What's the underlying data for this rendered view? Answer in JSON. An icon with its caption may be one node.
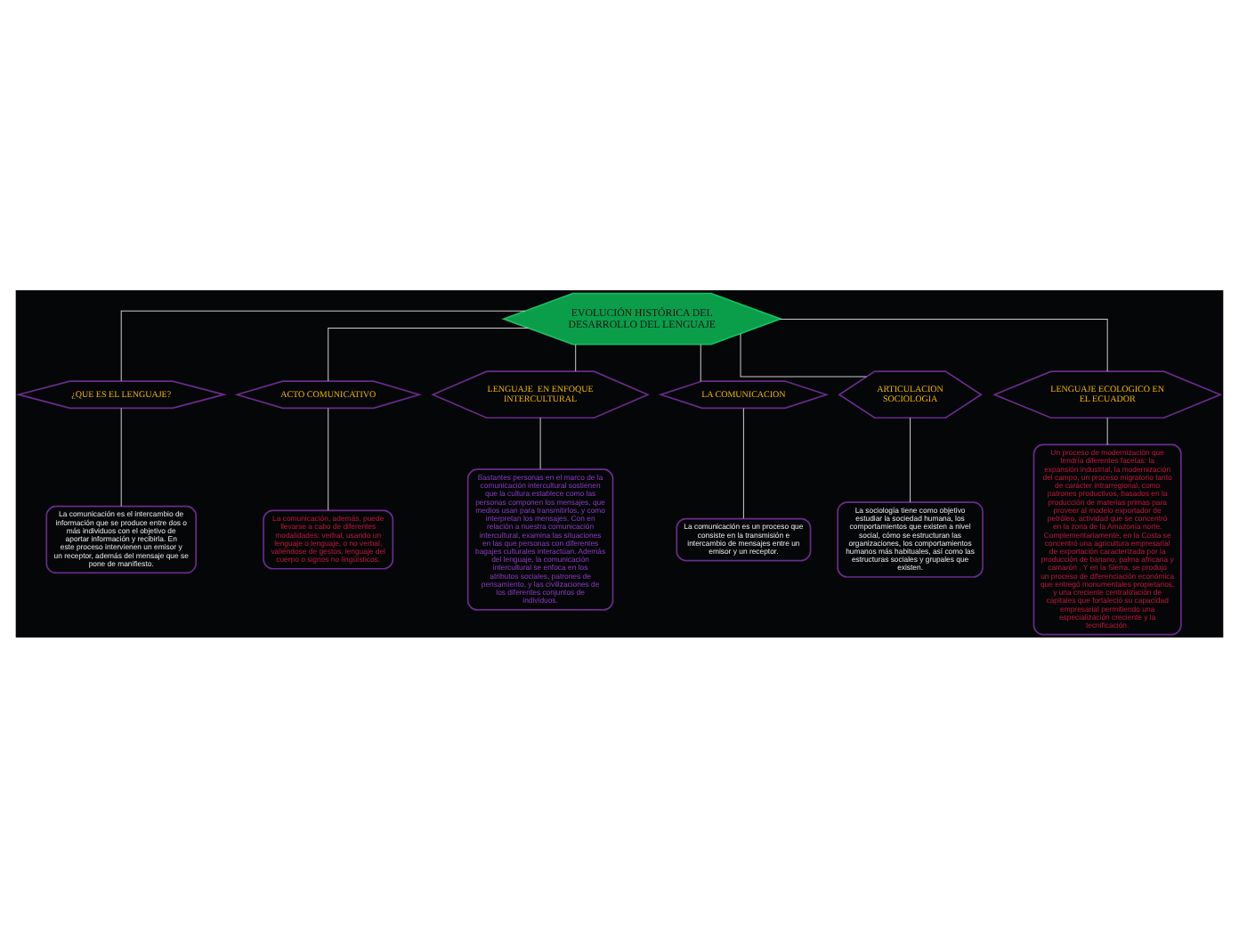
{
  "diagram": {
    "nodes": [
      {
        "text": [
          "EVOLUCIÓN HISTÓRICA DEL DESARROLLO DEL LENGUAJE"
        ]
      },
      {
        "text": [
          "¿QUE ES EL LENGUAJE?"
        ]
      },
      {
        "text": [
          "La comunicación es el intercambio de información que se produce entre dos o más individuos con el objetivo de aportar información y recibirla. En este proceso intervienen un emisor y un receptor, además del mensaje que se pone de manifiesto."
        ]
      },
      {
        "text": [
          "ACTO COMUNICATIVO"
        ]
      },
      {
        "text": [
          "La comunicación, además, puede llevarse a cabo de diferentes modalidades: verbal, usando un lenguaje o lenguaje, o no verbal, valiéndose de gestos, lenguaje del cuerpo o signos no lingüísticos."
        ]
      },
      {
        "text": [
          "LENGUAJE  EN ENFOQUE INTERCULTURAL"
        ]
      },
      {
        "text": [
          "Bastantes personas en el marco de la comunicación intercultural sostienen que la cultura establece como las personas componen los mensajes, que medios usan para transmitirlos, y como interpretan los mensajes. Con en relación a nuestra comunicación intercultural, examina las situaciones en las que personas con diferentes bagajes culturales interactúan. Además del lenguaje, la comunicación intercultural se enfoca en los atributos sociales, patrones de pensamiento, y las civilizaciones de los diferentes conjuntos de individuos."
        ]
      },
      {
        "text": [
          "LA COMUNICACION"
        ]
      },
      {
        "text": [
          "La comunicación es un proceso que consiste en la transmisión e intercambio de mensajes entre un emisor y un receptor."
        ]
      },
      {
        "text": [
          "ARTICULACION SOCIOLOGIA"
        ]
      },
      {
        "text": [
          "La sociología tiene como objetivo estudiar la sociedad humana, los comportamientos que existen a nivel social, cómo se estructuran las organizaciones, los comportamientos humanos más habituales, así como las estructuras sociales y grupales que existen."
        ]
      },
      {
        "text": [
          "LENGUAJE ECOLOGICO EN EL ECUADOR"
        ]
      },
      {
        "text": [
          "Un proceso de modernización que tendría diferentes facetas: la expansión industrial, la modernización del campo, un proceso migratorio tanto de carácter intrarregional, como patrones productivos, basados en la producción de materias primas para proveer al modelo exportador de petróleo, actividad que se concentró en la zona de la Amazonía norte. Complementariamente, en la Costa se concentró una agricultura empresarial de exportación caracterizada por la producción de banano, palma africana y camarón . Y en la Sierra, se produjo un proceso de diferenciación económica que entregó monumentales propietarios, y una creciente centralización de capitales que fortaleció su capacidad empresarial permitiendo una especialización creciente y la tecnificación."
        ]
      }
    ],
    "edges": [
      {
        "from": 0,
        "to": 1,
        "arrow": "none"
      },
      {
        "from": 0,
        "to": 3,
        "arrow": "none"
      },
      {
        "from": 0,
        "to": 5,
        "arrow": "none"
      },
      {
        "from": 0,
        "to": 7,
        "arrow": "none"
      },
      {
        "from": 0,
        "to": 9,
        "arrow": "none"
      },
      {
        "from": 0,
        "to": 11,
        "arrow": "none"
      },
      {
        "from": 1,
        "to": 2,
        "arrow": "none"
      },
      {
        "from": 3,
        "to": 4,
        "arrow": "none"
      },
      {
        "from": 5,
        "to": 6,
        "arrow": "none"
      },
      {
        "from": 7,
        "to": 8,
        "arrow": "none"
      },
      {
        "from": 9,
        "to": 10,
        "arrow": "none"
      },
      {
        "from": 11,
        "to": 12,
        "arrow": "none"
      }
    ]
  }
}
